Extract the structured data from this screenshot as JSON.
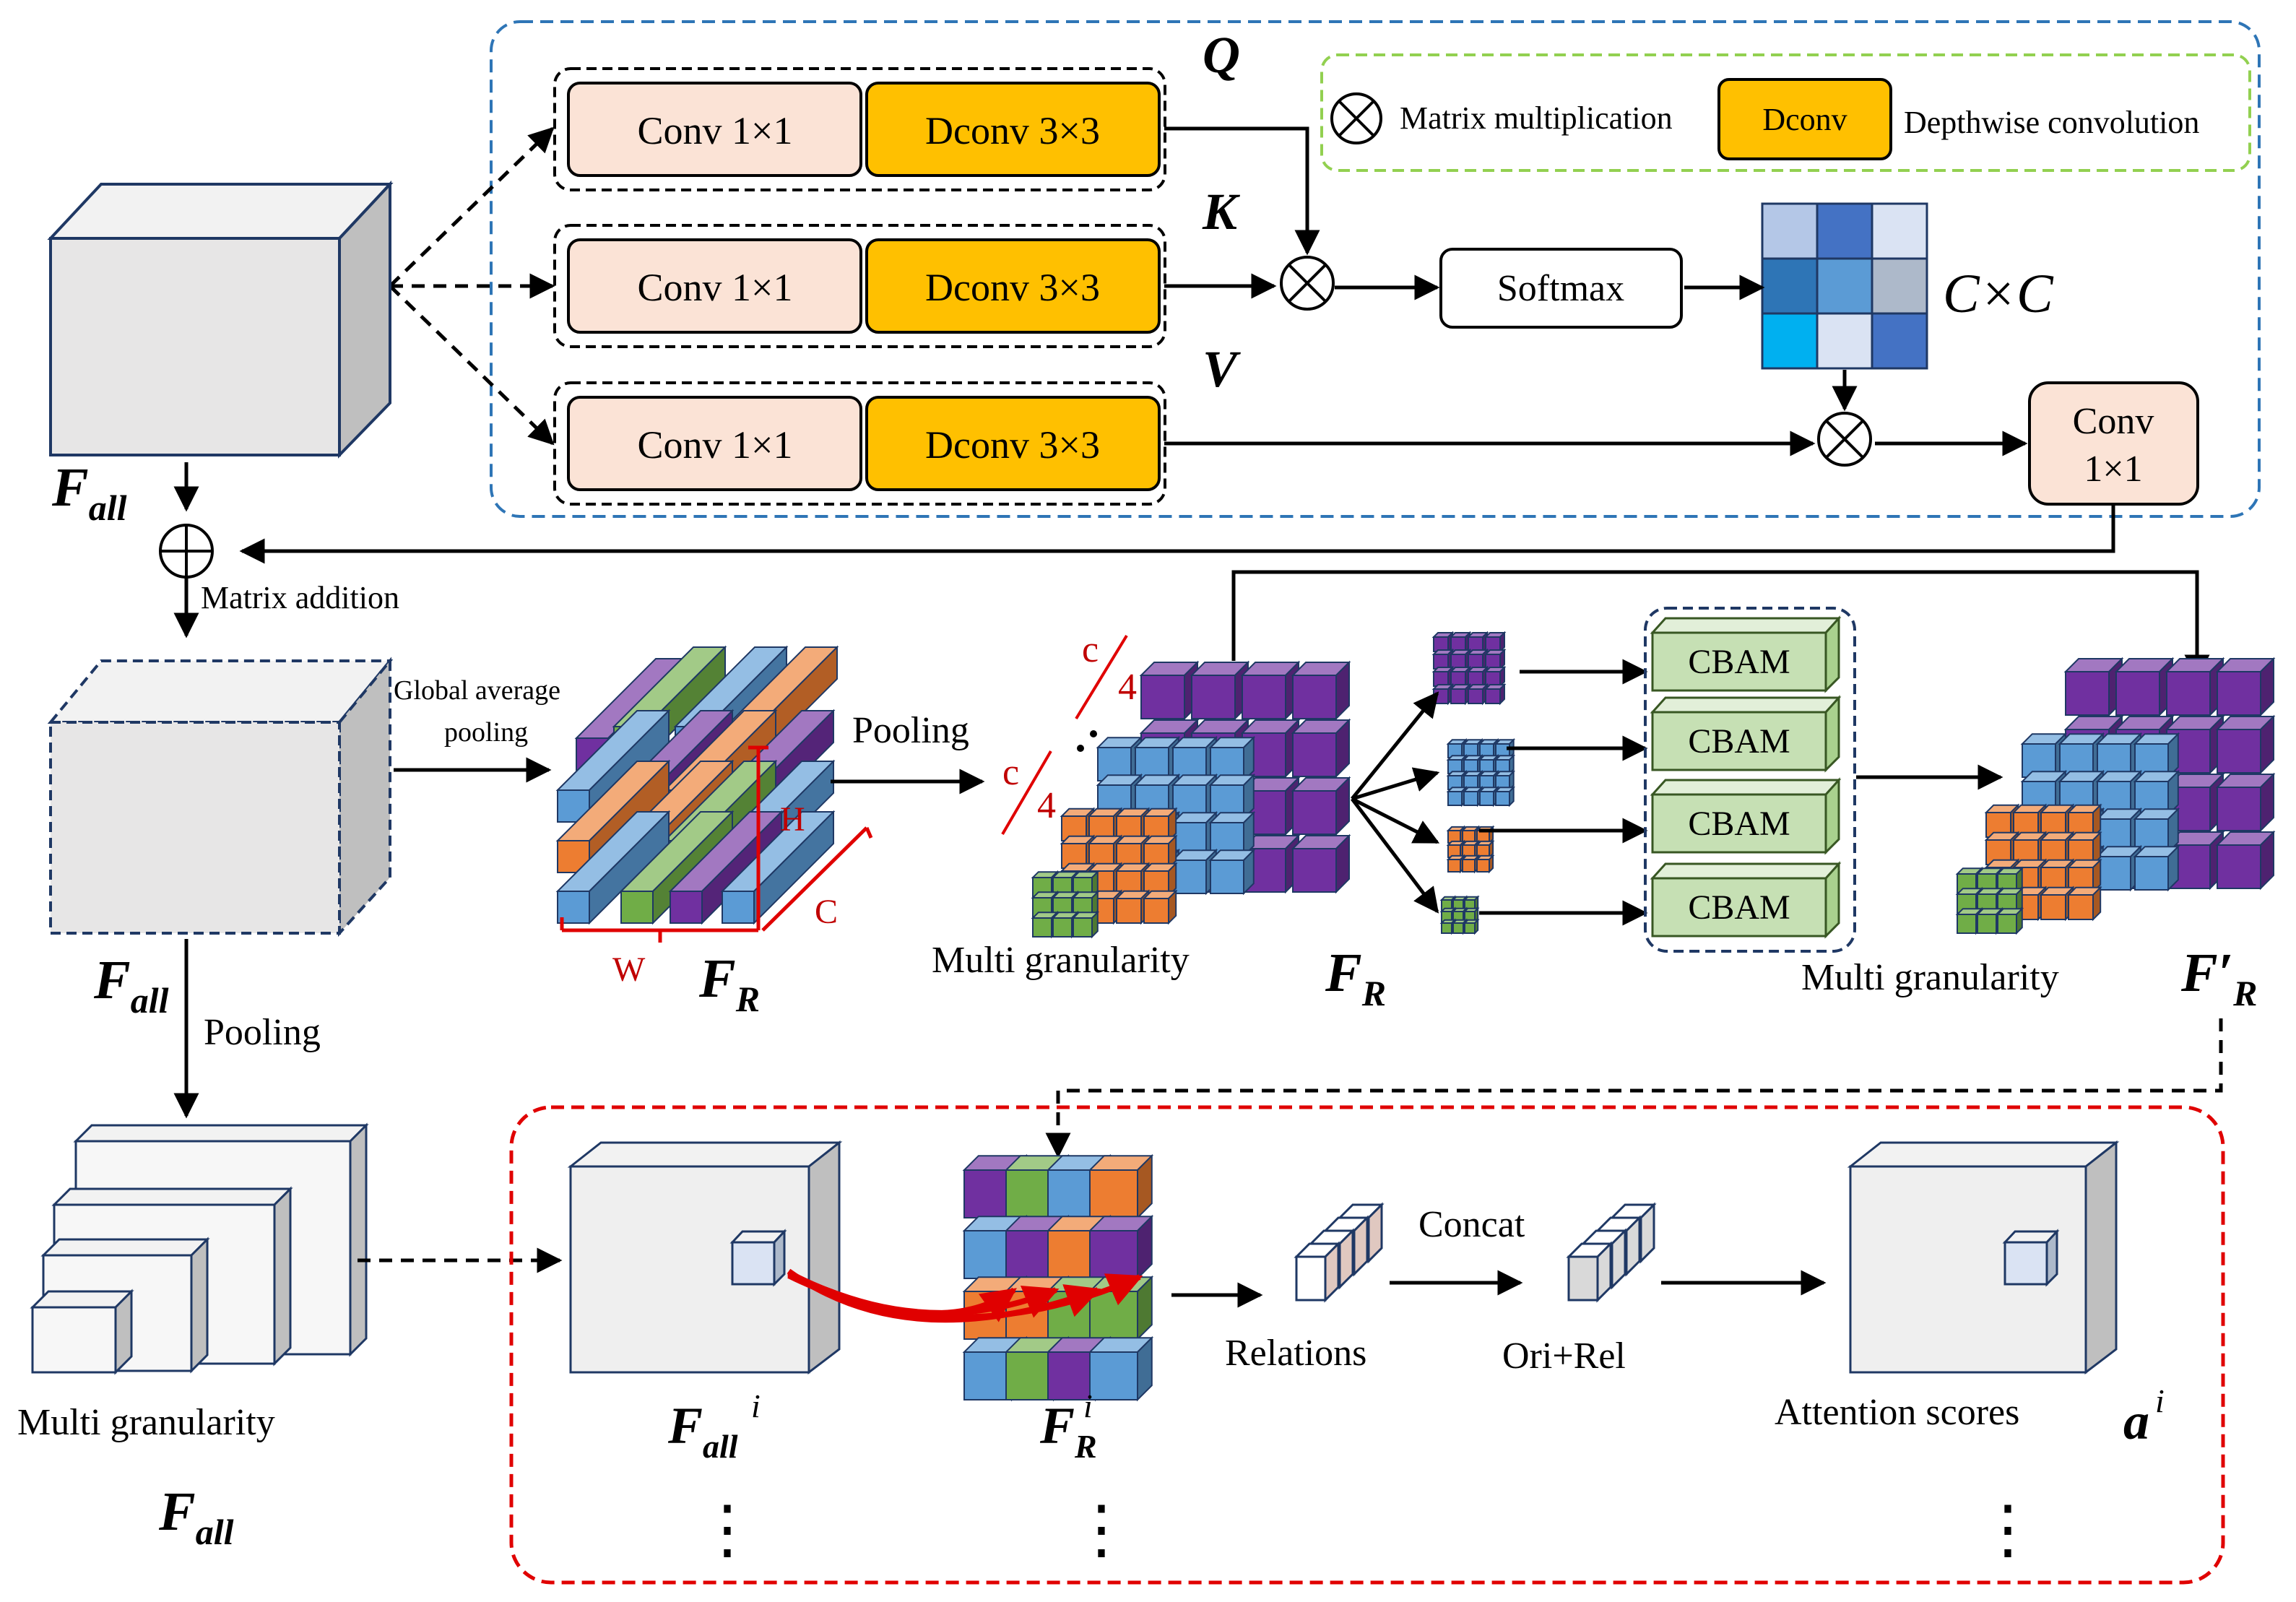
{
  "legend": {
    "otimes_label": "Matrix multiplication",
    "dconv_box": "Dconv",
    "dconv_label": "Depthwise convolution"
  },
  "attention": {
    "conv_label": "Conv 1×1",
    "dconv_label": "Dconv 3×3",
    "q": "Q",
    "k": "K",
    "v": "V",
    "softmax": "Softmax",
    "cxc": "C×C",
    "conv_out_line1": "Conv",
    "conv_out_line2": "1×1"
  },
  "labels": {
    "f_all": "F",
    "f_all_sub": "all",
    "f_r": "F",
    "f_r_sub": "R",
    "f_r_prime": "F′",
    "f_all_i_sup": "i",
    "matrix_addition": "Matrix addition",
    "global_avg_pooling_1": "Global average",
    "global_avg_pooling_2": "pooling",
    "pooling": "Pooling",
    "c4_a": "c",
    "c4_b": "4",
    "multi_granularity": "Multi granularity",
    "cbam": "CBAM",
    "dim_h": "H",
    "dim_w": "W",
    "dim_c": "C",
    "concat": "Concat",
    "relations": "Relations",
    "ori_rel": "Ori+Rel",
    "attention_scores": "Attention scores",
    "a_i": "a",
    "a_i_sup": "i",
    "dots": "⋮"
  },
  "colors": {
    "conv_fill": "#fbe3d6",
    "dconv_fill": "#ffc000",
    "cbam_fill": "#c6e0b4",
    "purple": "#7030a0",
    "blue": "#5b9bd5",
    "orange": "#ed7d31",
    "green": "#70ad47",
    "blue_dash": "#2e75b6",
    "green_dash": "#92d050",
    "red_dash": "#e00000",
    "navy_dash": "#1f3864"
  }
}
